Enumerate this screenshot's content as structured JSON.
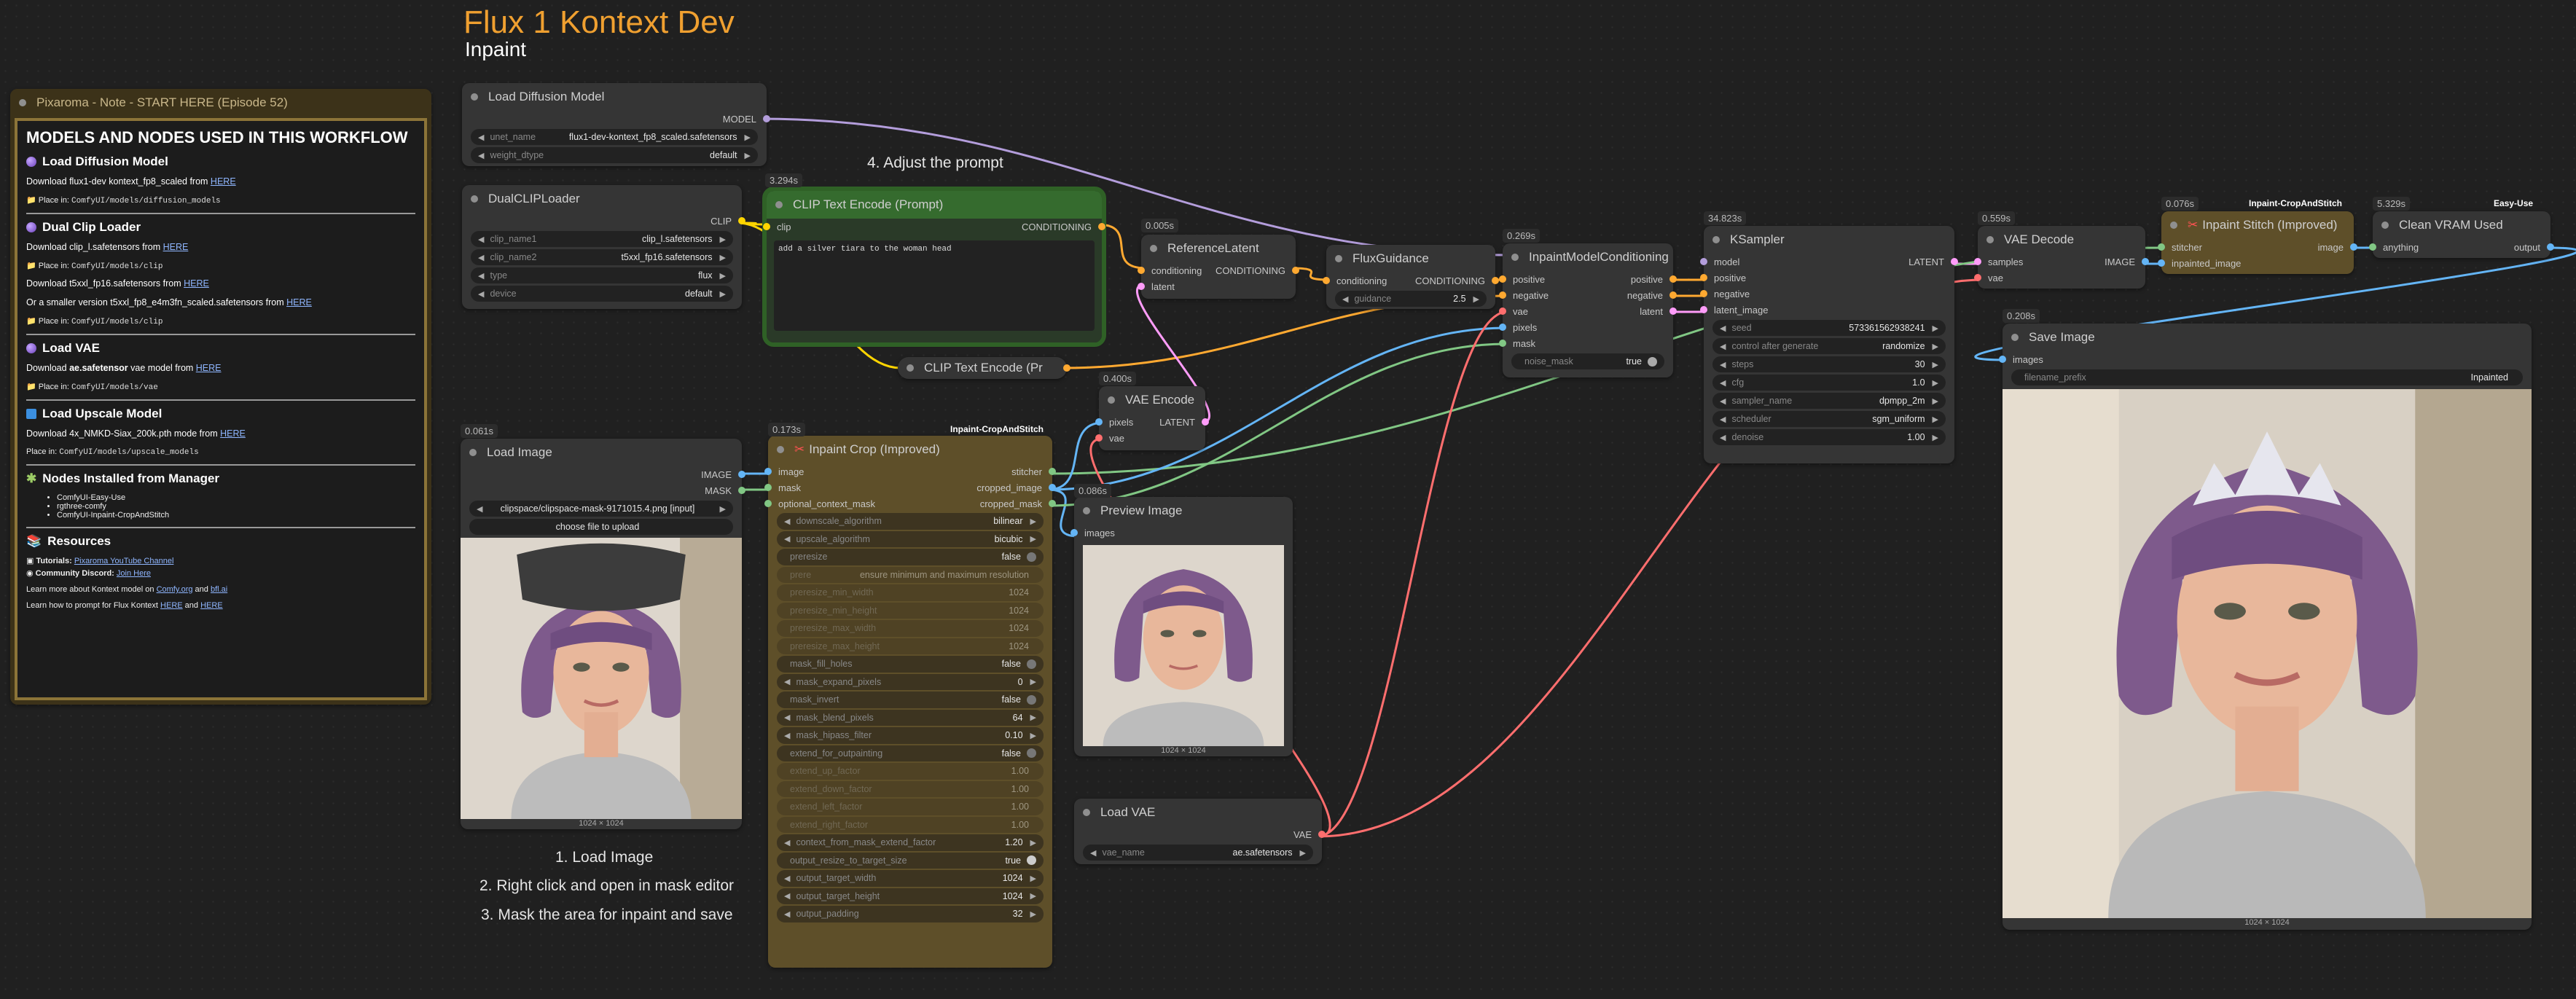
{
  "title": "Flux 1 Kontext Dev",
  "subtitle": "Inpaint",
  "steps": {
    "s1": "1. Load Image",
    "s2": "2. Right click and open in mask editor",
    "s3": "3. Mask the area for inpaint and save",
    "s4": "4. Adjust the prompt"
  },
  "note": {
    "header": "Pixaroma - Note - START HERE (Episode 52)",
    "h_models": "MODELS AND NODES USED IN THIS WORKFLOW",
    "s1_title": "Load Diffusion Model",
    "s1_line_pre": "Download flux1-dev kontext_fp8_scaled from ",
    "s1_place_label": "Place in: ",
    "s1_place": "ComfyUI/models/diffusion_models",
    "s2_title": "Dual Clip Loader",
    "s2_line1_pre": "Download clip_l.safetensors from ",
    "s2_place1": "ComfyUI/models/clip",
    "s2_line2_pre": "Download t5xxl_fp16.safetensors from ",
    "s2_line3_pre": "Or a smaller version t5xxl_fp8_e4m3fn_scaled.safetensors from ",
    "s2_place2": "ComfyUI/models/clip",
    "s3_title": "Load VAE",
    "s3_line_pre": "Download ",
    "s3_bold": "ae.safetensor",
    "s3_line_mid": " vae model from ",
    "s3_place": "ComfyUI/models/vae",
    "s4_title": "Load Upscale Model",
    "s4_line_pre": "Download 4x_NMKD-Siax_200k.pth mode from ",
    "s4_place": "ComfyUI/models/upscale_models",
    "s5_title": "Nodes Installed from Manager",
    "s5_items": [
      "ComfyUI-Easy-Use",
      "rgthree-comfy",
      "ComfyUI-Inpaint-CropAndStitch"
    ],
    "s6_title": "Resources",
    "tut_label": "Tutorials: ",
    "tut_link": "Pixaroma YouTube Channel",
    "disc_label": "Community Discord: ",
    "disc_link": "Join Here",
    "learn_pre": "Learn more about Kontext model on ",
    "learn_l1": "Comfy.org",
    "learn_and": " and ",
    "learn_l2": "bfl.ai",
    "prompt_pre": "Learn how to prompt for Flux Kontext ",
    "prompt_l1": "HERE",
    "prompt_and": " and ",
    "prompt_l2": "HERE",
    "here": "HERE"
  },
  "nodes": {
    "load_diffusion": {
      "title": "Load Diffusion Model",
      "out": "MODEL",
      "unet_label": "unet_name",
      "unet": "flux1-dev-kontext_fp8_scaled.safetensors",
      "wd_label": "weight_dtype",
      "wd": "default"
    },
    "dualclip": {
      "title": "DualCLIPLoader",
      "out": "CLIP",
      "c1l": "clip_name1",
      "c1": "clip_l.safetensors",
      "c2l": "clip_name2",
      "c2": "t5xxl_fp16.safetensors",
      "tl": "type",
      "t": "flux",
      "dl": "device",
      "d": "default"
    },
    "clip_text": {
      "timing": "3.294s",
      "title": "CLIP Text Encode (Prompt)",
      "in": "clip",
      "out": "CONDITIONING",
      "text": "add a silver tiara to the woman head"
    },
    "clip_text2": {
      "title": "CLIP Text Encode (Pr"
    },
    "ref_latent": {
      "timing": "0.005s",
      "title": "ReferenceLatent",
      "in1": "conditioning",
      "in2": "latent",
      "out": "CONDITIONING"
    },
    "flux_guid": {
      "title": "FluxGuidance",
      "in": "conditioning",
      "out": "CONDITIONING",
      "gl": "guidance",
      "g": "2.5"
    },
    "inpaint_cond": {
      "timing": "0.269s",
      "title": "InpaintModelConditioning",
      "ins": [
        "positive",
        "negative",
        "vae",
        "pixels",
        "mask"
      ],
      "outs": [
        "positive",
        "negative",
        "latent"
      ],
      "nml": "noise_mask",
      "nm": "true"
    },
    "ksampler": {
      "timing": "34.823s",
      "title": "KSampler",
      "ins": [
        "model",
        "positive",
        "negative",
        "latent_image"
      ],
      "out": "LATENT",
      "widgets": [
        {
          "l": "seed",
          "v": "573361562938241"
        },
        {
          "l": "control after generate",
          "v": "randomize"
        },
        {
          "l": "steps",
          "v": "30"
        },
        {
          "l": "cfg",
          "v": "1.0"
        },
        {
          "l": "sampler_name",
          "v": "dpmpp_2m"
        },
        {
          "l": "scheduler",
          "v": "sgm_uniform"
        },
        {
          "l": "denoise",
          "v": "1.00"
        }
      ]
    },
    "vae_decode": {
      "timing": "0.559s",
      "title": "VAE Decode",
      "in1": "samples",
      "in2": "vae",
      "out": "IMAGE"
    },
    "inpaint_stitch": {
      "timing": "0.076s",
      "badge": "Inpaint-CropAndStitch",
      "title": "Inpaint Stitch (Improved)",
      "in1": "stitcher",
      "in2": "inpainted_image",
      "out": "image"
    },
    "clean_vram": {
      "timing": "5.329s",
      "badge": "Easy-Use",
      "title": "Clean VRAM Used",
      "in": "anything",
      "out": "output"
    },
    "save_image": {
      "timing": "0.208s",
      "title": "Save Image",
      "in": "images",
      "fpl": "filename_prefix",
      "fp": "Inpainted",
      "caption": "1024 × 1024"
    },
    "load_image": {
      "timing": "0.061s",
      "title": "Load Image",
      "out1": "IMAGE",
      "out2": "MASK",
      "file": "clipspace/clipspace-mask-9171015.4.png [input]",
      "upload": "choose file to upload",
      "caption": "1024 × 1024"
    },
    "inpaint_crop": {
      "timing": "0.173s",
      "badge": "Inpaint-CropAndStitch",
      "title": "Inpaint Crop (Improved)",
      "ins": [
        "image",
        "mask",
        "optional_context_mask"
      ],
      "outs": [
        "stitcher",
        "cropped_image",
        "cropped_mask"
      ],
      "widgets": [
        {
          "l": "downscale_algorithm",
          "v": "bilinear"
        },
        {
          "l": "upscale_algorithm",
          "v": "bicubic"
        },
        {
          "l": "preresize",
          "v": "false",
          "t": 1
        },
        {
          "l": "prere",
          "v": "ensure minimum and maximum resolution",
          "d": 1
        },
        {
          "l": "preresize_min_width",
          "v": "1024",
          "d": 1
        },
        {
          "l": "preresize_min_height",
          "v": "1024",
          "d": 1
        },
        {
          "l": "preresize_max_width",
          "v": "1024",
          "d": 1
        },
        {
          "l": "preresize_max_height",
          "v": "1024",
          "d": 1
        },
        {
          "l": "mask_fill_holes",
          "v": "false",
          "t": 1
        },
        {
          "l": "mask_expand_pixels",
          "v": "0"
        },
        {
          "l": "mask_invert",
          "v": "false",
          "t": 1
        },
        {
          "l": "mask_blend_pixels",
          "v": "64"
        },
        {
          "l": "mask_hipass_filter",
          "v": "0.10"
        },
        {
          "l": "extend_for_outpainting",
          "v": "false",
          "t": 1
        },
        {
          "l": "extend_up_factor",
          "v": "1.00",
          "d": 1
        },
        {
          "l": "extend_down_factor",
          "v": "1.00",
          "d": 1
        },
        {
          "l": "extend_left_factor",
          "v": "1.00",
          "d": 1
        },
        {
          "l": "extend_right_factor",
          "v": "1.00",
          "d": 1
        },
        {
          "l": "context_from_mask_extend_factor",
          "v": "1.20"
        },
        {
          "l": "output_resize_to_target_size",
          "v": "true",
          "t": 1
        },
        {
          "l": "output_target_width",
          "v": "1024"
        },
        {
          "l": "output_target_height",
          "v": "1024"
        },
        {
          "l": "output_padding",
          "v": "32"
        }
      ]
    },
    "vae_encode": {
      "timing": "0.400s",
      "title": "VAE Encode",
      "in1": "pixels",
      "in2": "vae",
      "out": "LATENT"
    },
    "preview": {
      "timing": "0.086s",
      "title": "Preview Image",
      "in": "images",
      "caption": "1024 × 1024"
    },
    "load_vae": {
      "title": "Load VAE",
      "out": "VAE",
      "vl": "vae_name",
      "v": "ae.safetensors"
    }
  },
  "colors": {
    "model": "#b39ddb",
    "clip": "#ffd500",
    "conditioning": "#ffa931",
    "latent": "#ff9cf9",
    "vae": "#ff6e6e",
    "image": "#64b5f6",
    "mask": "#81c784",
    "accent": "#f0a030"
  }
}
